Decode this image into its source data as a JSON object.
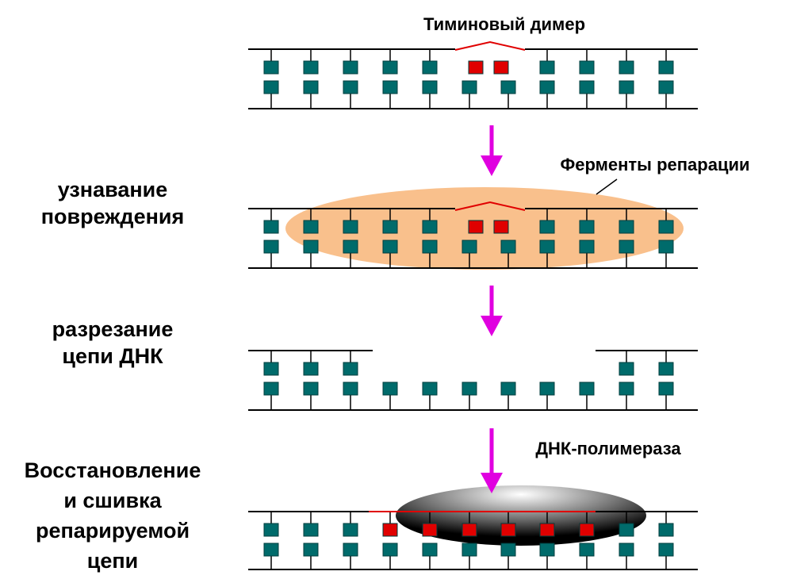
{
  "diagram": {
    "title": "Тиминовый димер",
    "enzymes_label": "Ферменты репарации",
    "polymerase_label": "ДНК-полимераза",
    "steps": [
      {
        "line1": "узнавание",
        "line2": "повреждения"
      },
      {
        "line1": "разрезание",
        "line2": "цепи ДНК"
      },
      {
        "line1": "Восстановление",
        "line2": "и сшивка",
        "line3": "репарируемой",
        "line4": "цепи"
      }
    ]
  },
  "colors": {
    "base": "#006B6B",
    "damaged_base": "#E00000",
    "arrow": "#E000E0",
    "enzyme": "#F9C08C",
    "strand": "#000000",
    "damage_line": "#E00000"
  },
  "icons": [
    "down-arrow-icon"
  ]
}
